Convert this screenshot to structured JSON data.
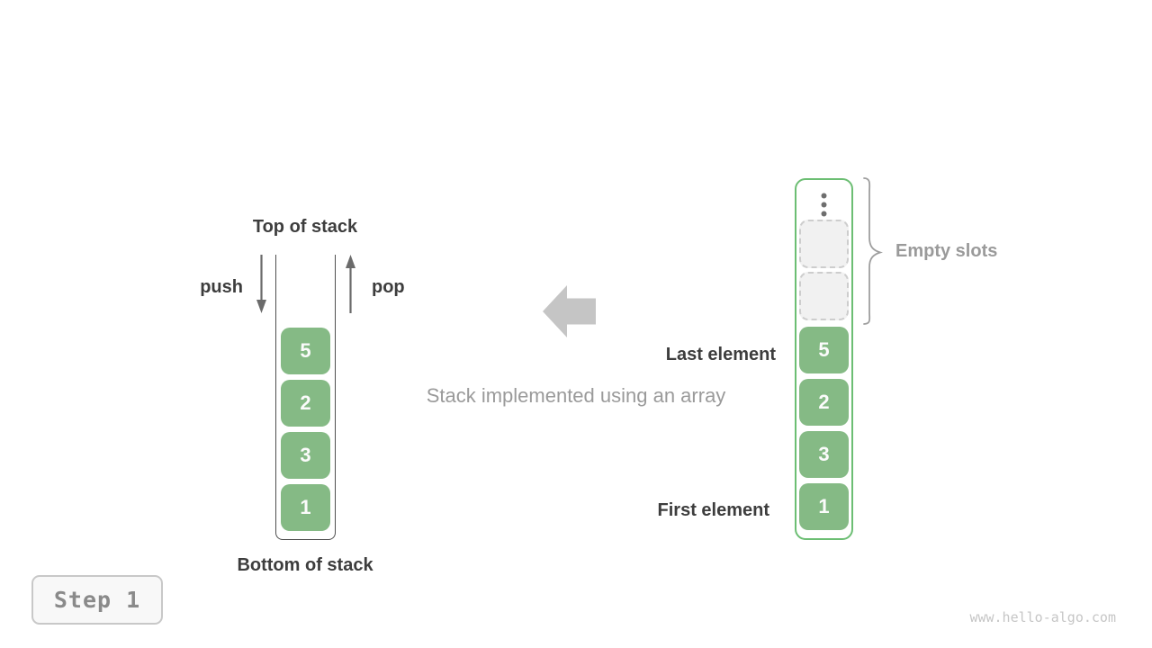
{
  "left_stack": {
    "top_label": "Top of stack",
    "bottom_label": "Bottom of stack",
    "push_label": "push",
    "pop_label": "pop",
    "cells": [
      "5",
      "2",
      "3",
      "1"
    ],
    "icons": {
      "push_arrow": "arrow-down-icon",
      "pop_arrow": "arrow-up-icon"
    }
  },
  "center": {
    "caption": "Stack implemented using an array",
    "icon": "block-arrow-left-icon"
  },
  "right_array": {
    "empty_slots_label": "Empty slots",
    "empty_slot_count": 2,
    "last_element_label": "Last element",
    "first_element_label": "First element",
    "cells": [
      "5",
      "2",
      "3",
      "1"
    ],
    "icons": {
      "ellipsis": "vertical-ellipsis-icon",
      "brace": "right-curly-brace-icon"
    }
  },
  "footer": {
    "step_label": "Step 1",
    "watermark": "www.hello-algo.com"
  },
  "colors": {
    "cell_green": "#85ba85",
    "array_border_green": "#6cbe73",
    "stack_border_gray": "#4f4f4f",
    "dark_text": "#3d3d3d",
    "muted_text": "#9a9a9a",
    "block_arrow_gray": "#c5c5c5",
    "small_arrow_gray": "#6b6b6b",
    "empty_slot_bg": "#f1f1f1",
    "empty_slot_border": "#cdcdcd",
    "step_text": "#8a8a8a",
    "watermark_text": "#c6c6c6"
  }
}
